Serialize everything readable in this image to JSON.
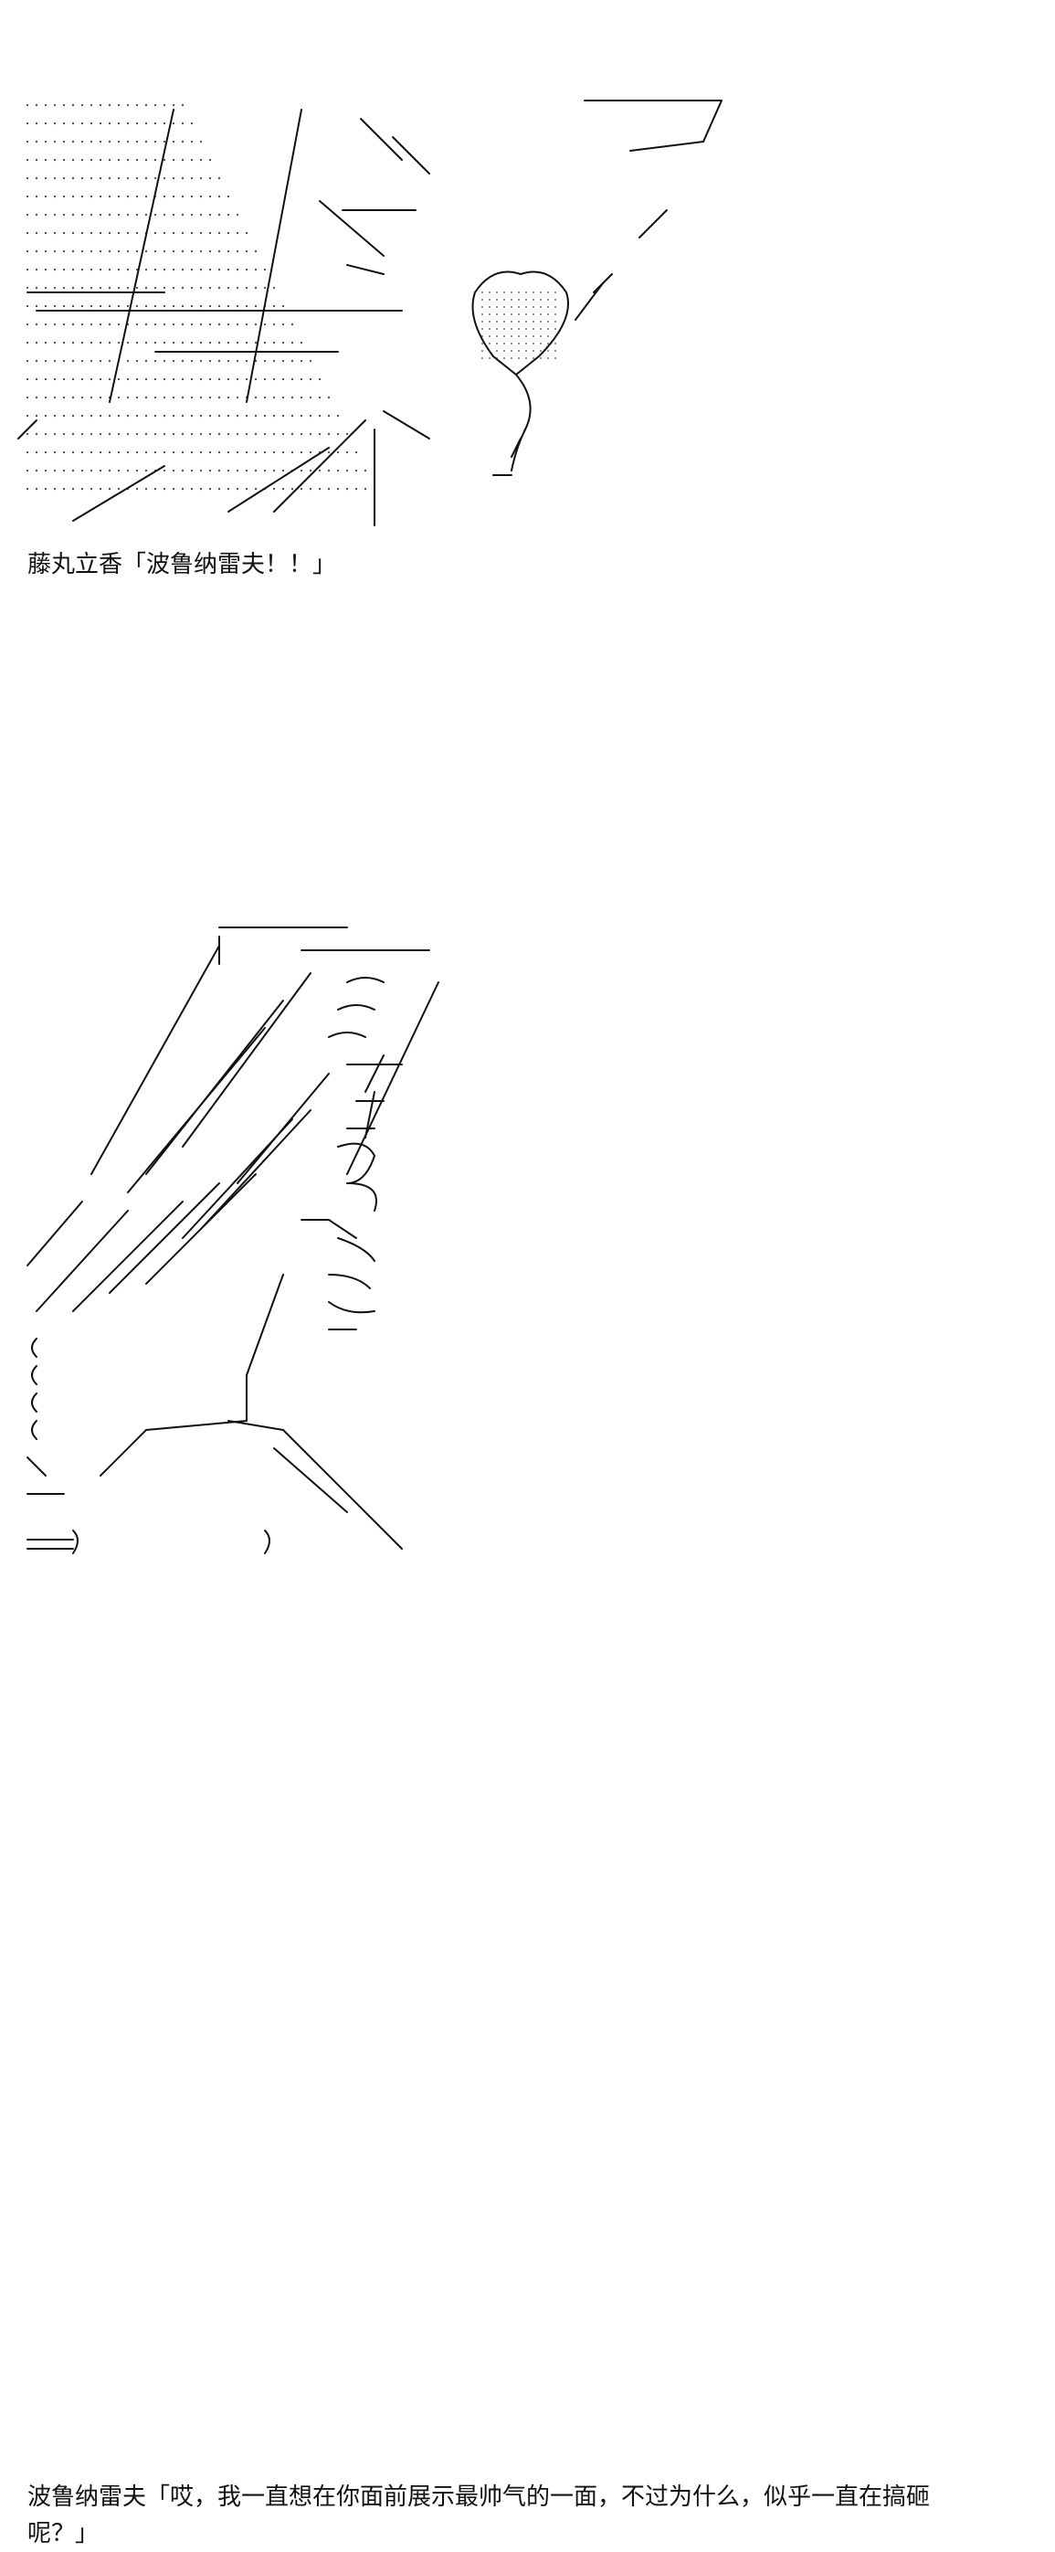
{
  "panels": [
    {
      "illustration": "ascii-art-ship-and-heart",
      "caption": "藤丸立香「波鲁纳雷夫！！」"
    },
    {
      "illustration": "ascii-art-hand-and-sleeve",
      "caption": "波鲁纳雷夫「哎，我一直想在你面前展示最帅气的一面，不过为什么，似乎一直在搞砸呢？」"
    }
  ],
  "colors": {
    "background": "#ffffff",
    "text": "#111111"
  }
}
